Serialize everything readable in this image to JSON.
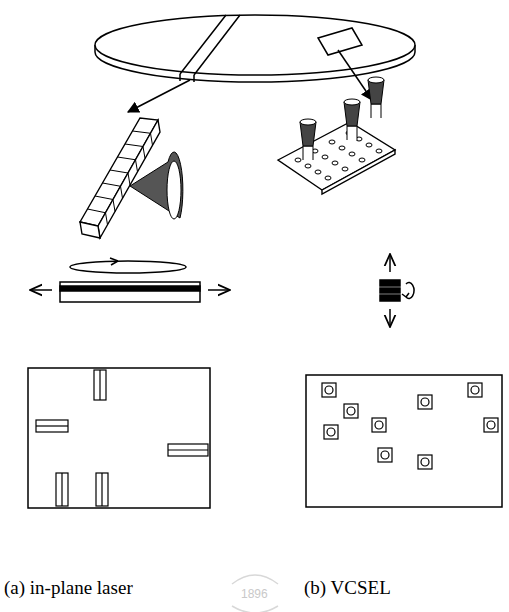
{
  "diagram": {
    "labels": [
      "(a) in-plane laser",
      "1896",
      "(b) VCSEL"
    ]
  }
}
